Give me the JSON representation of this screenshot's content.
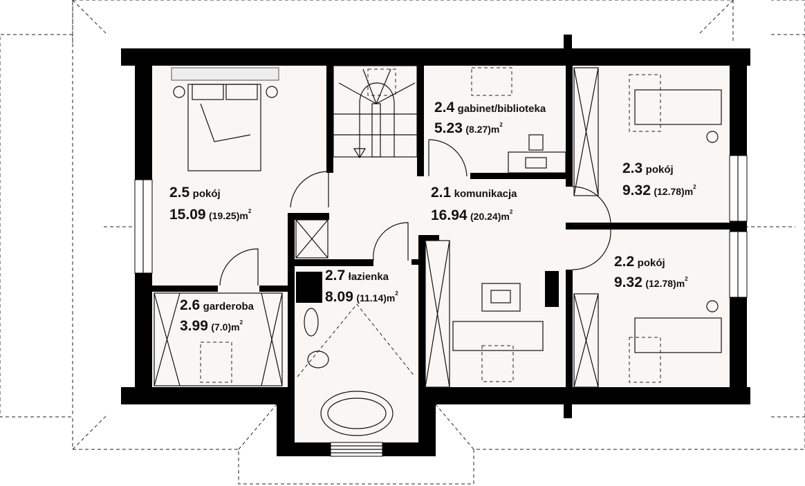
{
  "rooms": [
    {
      "id": "2.1",
      "name": "komunikacja",
      "area": "16.94",
      "gross": "(20.24)",
      "unit": "m",
      "sup": "2"
    },
    {
      "id": "2.2",
      "name": "pokój",
      "area": "9.32",
      "gross": "(12.78)",
      "unit": "m",
      "sup": "2"
    },
    {
      "id": "2.3",
      "name": "pokój",
      "area": "9.32",
      "gross": "(12.78)",
      "unit": "m",
      "sup": "2"
    },
    {
      "id": "2.4",
      "name": "gabinet/biblioteka",
      "area": "5.23",
      "gross": "(8.27)",
      "unit": "m",
      "sup": "2"
    },
    {
      "id": "2.5",
      "name": "pokój",
      "area": "15.09",
      "gross": "(19.25)",
      "unit": "m",
      "sup": "2"
    },
    {
      "id": "2.6",
      "name": "garderoba",
      "area": "3.99",
      "gross": "(7.0)",
      "unit": "m",
      "sup": "2"
    },
    {
      "id": "2.7",
      "name": "łazienka",
      "area": "8.09",
      "gross": "(11.14)",
      "unit": "m",
      "sup": "2"
    }
  ],
  "colors": {
    "floor": "#faf6f4",
    "wall": "#000000"
  }
}
